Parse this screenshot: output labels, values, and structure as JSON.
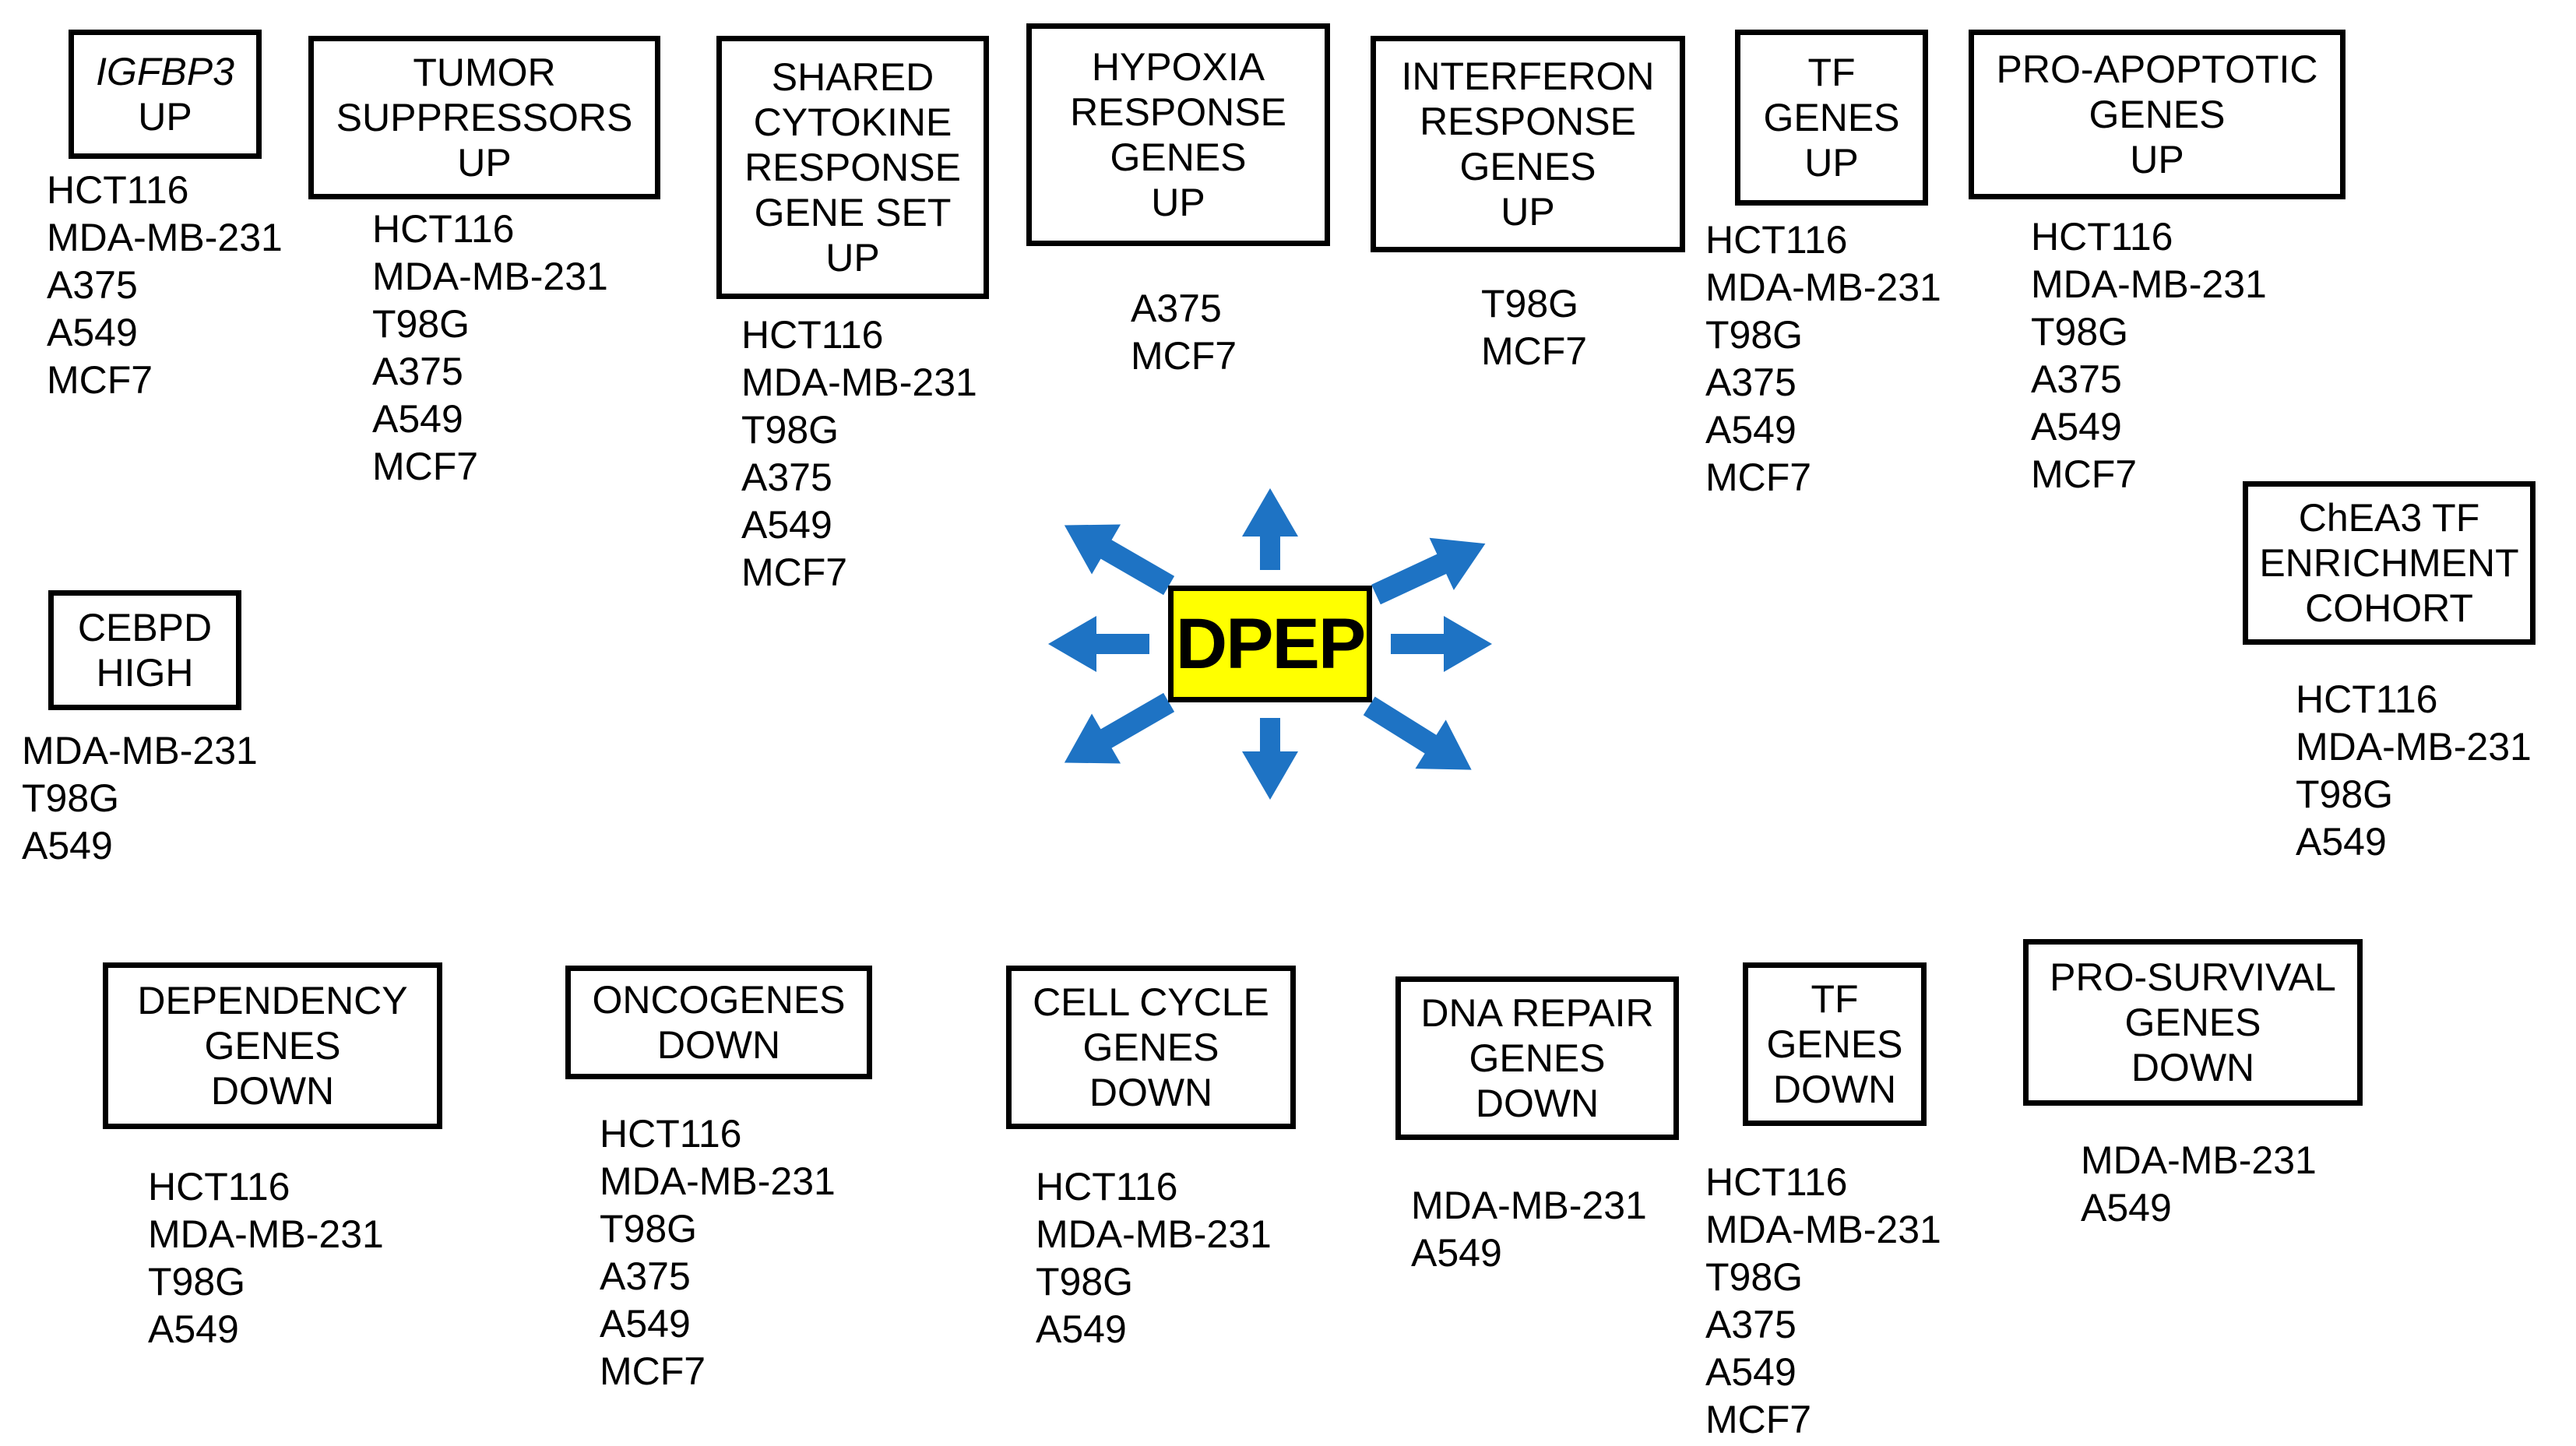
{
  "figure": {
    "description_label": "DPEP hub diagram",
    "center": {
      "label": "DPEP"
    }
  },
  "colors": {
    "arrow_blue": "#1E73C4",
    "dpep_yellow": "#FFFF00",
    "box_border": "#000000",
    "text": "#000000"
  },
  "icons": [
    "arrow-up-icon",
    "arrow-up-right-icon",
    "arrow-right-icon",
    "arrow-down-right-icon",
    "arrow-down-icon",
    "arrow-down-left-icon",
    "arrow-left-icon",
    "arrow-up-left-icon"
  ],
  "groups": [
    {
      "id": "igfbp3-up",
      "title_lines": [
        "IGFBP3",
        "UP"
      ],
      "italic_first_line": true,
      "cell_lines": [
        "HCT116",
        "MDA-MB-231",
        "A375",
        "A549",
        "MCF7"
      ]
    },
    {
      "id": "tumor-suppressors-up",
      "title_lines": [
        "TUMOR",
        "SUPPRESSORS",
        "UP"
      ],
      "italic_first_line": false,
      "cell_lines": [
        "HCT116",
        "MDA-MB-231",
        "T98G",
        "A375",
        "A549",
        "MCF7"
      ]
    },
    {
      "id": "shared-cytokine-response-gene-set-up",
      "title_lines": [
        "SHARED",
        "CYTOKINE",
        "RESPONSE",
        "GENE SET",
        "UP"
      ],
      "italic_first_line": false,
      "cell_lines": [
        "HCT116",
        "MDA-MB-231",
        "T98G",
        "A375",
        "A549",
        "MCF7"
      ]
    },
    {
      "id": "hypoxia-response-genes-up",
      "title_lines": [
        "HYPOXIA",
        "RESPONSE",
        "GENES",
        "UP"
      ],
      "italic_first_line": false,
      "cell_lines": [
        "A375",
        "MCF7"
      ]
    },
    {
      "id": "interferon-response-genes-up",
      "title_lines": [
        "INTERFERON",
        "RESPONSE",
        "GENES",
        "UP"
      ],
      "italic_first_line": false,
      "cell_lines": [
        "T98G",
        "MCF7"
      ]
    },
    {
      "id": "tf-genes-up",
      "title_lines": [
        "TF",
        "GENES",
        "UP"
      ],
      "italic_first_line": false,
      "cell_lines": [
        "HCT116",
        "MDA-MB-231",
        "T98G",
        "A375",
        "A549",
        "MCF7"
      ]
    },
    {
      "id": "pro-apoptotic-genes-up",
      "title_lines": [
        "PRO-APOPTOTIC",
        "GENES",
        "UP"
      ],
      "italic_first_line": false,
      "cell_lines": [
        "HCT116",
        "MDA-MB-231",
        "T98G",
        "A375",
        "A549",
        "MCF7"
      ]
    },
    {
      "id": "cebpd-high",
      "title_lines": [
        "CEBPD",
        "HIGH"
      ],
      "italic_first_line": false,
      "cell_lines": [
        "MDA-MB-231",
        "T98G",
        "A549"
      ]
    },
    {
      "id": "chea3-tf-enrichment-cohort",
      "title_lines": [
        "ChEA3 TF",
        "ENRICHMENT",
        "COHORT"
      ],
      "italic_first_line": false,
      "cell_lines": [
        "HCT116",
        "MDA-MB-231",
        "T98G",
        "A549"
      ]
    },
    {
      "id": "dependency-genes-down",
      "title_lines": [
        "DEPENDENCY",
        "GENES",
        "DOWN"
      ],
      "italic_first_line": false,
      "cell_lines": [
        "HCT116",
        "MDA-MB-231",
        "T98G",
        "A549"
      ]
    },
    {
      "id": "oncogenes-down",
      "title_lines": [
        "ONCOGENES",
        "DOWN"
      ],
      "italic_first_line": false,
      "cell_lines": [
        "HCT116",
        "MDA-MB-231",
        "T98G",
        "A375",
        "A549",
        "MCF7"
      ]
    },
    {
      "id": "cell-cycle-genes-down",
      "title_lines": [
        "CELL CYCLE",
        "GENES",
        "DOWN"
      ],
      "italic_first_line": false,
      "cell_lines": [
        "HCT116",
        "MDA-MB-231",
        "T98G",
        "A549"
      ]
    },
    {
      "id": "dna-repair-genes-down",
      "title_lines": [
        "DNA REPAIR",
        "GENES",
        "DOWN"
      ],
      "italic_first_line": false,
      "cell_lines": [
        "MDA-MB-231",
        "A549"
      ]
    },
    {
      "id": "tf-genes-down",
      "title_lines": [
        "TF",
        "GENES",
        "DOWN"
      ],
      "italic_first_line": false,
      "cell_lines": [
        "HCT116",
        "MDA-MB-231",
        "T98G",
        "A375",
        "A549",
        "MCF7"
      ]
    },
    {
      "id": "pro-survival-genes-down",
      "title_lines": [
        "PRO-SURVIVAL",
        "GENES",
        "DOWN"
      ],
      "italic_first_line": false,
      "cell_lines": [
        "MDA-MB-231",
        "A549"
      ]
    }
  ]
}
